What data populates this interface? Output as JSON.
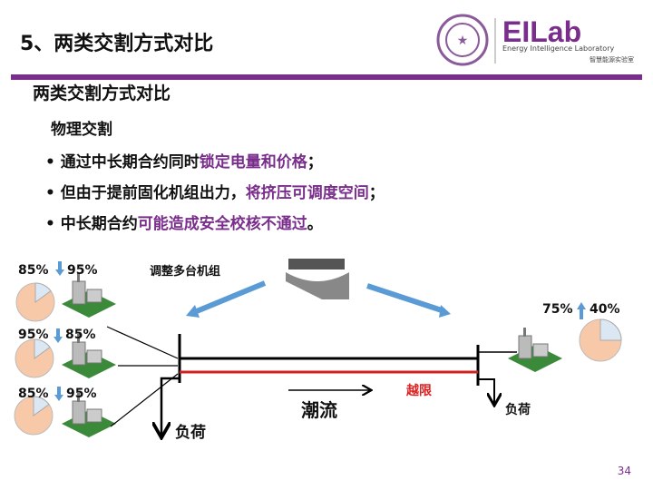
{
  "header": {
    "title": "5、两类交割方式对比",
    "logo_text": "EILab",
    "logo_sub_en": "Energy Intelligence Laboratory",
    "logo_sub_cn": "智慧能源实验室"
  },
  "subtitle": "两类交割方式对比",
  "section": "物理交割",
  "bullets": [
    {
      "pre": "通过中长期合约同时",
      "hl": "锁定电量和价格",
      "post": "；"
    },
    {
      "pre": "但由于提前固化机组出力，",
      "hl": "将挤压可调度空间",
      "post": "；"
    },
    {
      "pre": "中长期合约",
      "hl": "可能造成安全校核不通过",
      "post": "。"
    }
  ],
  "diagram": {
    "adjust_label": "调整多台机组",
    "flow_label": "潮流",
    "over_limit_label": "越限",
    "load_left": "负荷",
    "load_right": "负荷",
    "left_units": [
      {
        "old": "85%",
        "new": "95%",
        "direction": "down",
        "share": 0.85
      },
      {
        "old": "95%",
        "new": "85%",
        "direction": "down",
        "share": 0.85
      },
      {
        "old": "85%",
        "new": "95%",
        "direction": "down",
        "share": 0.85
      }
    ],
    "right_unit": {
      "old": "75%",
      "new": "40%",
      "direction": "up",
      "share": 0.75
    },
    "colors": {
      "pie_main": "#f8c9a8",
      "pie_slice": "#dbe8f4",
      "arrow": "#5b9bd5",
      "over_limit": "#e02020",
      "accent": "#7a2e8c"
    }
  },
  "page_number": "34"
}
